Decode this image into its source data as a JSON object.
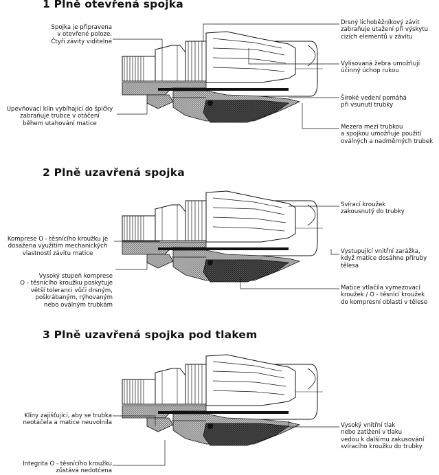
{
  "sections": [
    {
      "title": "1  Plně otevřená spojka",
      "left_labels": [
        [
          "Spojka je připravena",
          "v otevřené poloze.",
          "Čtyři závity viditelné"
        ],
        [
          "Upevňovací klín vybíhající  do špičky",
          "zabraňuje trubce v otáčení",
          "během utahování matice"
        ]
      ],
      "right_labels": [
        [
          "Drsný lichoběžníkový závit",
          "zabraňuje utažení při výskytu",
          "cizích elementů v závitu"
        ],
        [
          "Vylisovaná žebra umožňují",
          "účinný úchop rukou"
        ],
        [
          "Široké vedení pomáhá",
          "při vsunutí trubky"
        ],
        [
          "Mezera mezi trubkou",
          "a spojkou umožňuje použití",
          "oválných a nadměrných trubek"
        ]
      ]
    },
    {
      "title": "2  Plně uzavřená spojka",
      "left_labels": [
        [
          "Komprese O - těsnícího kroužku je",
          "dosažena využitím mechanických",
          "vlastností závitu matice"
        ],
        [
          "Vysoký stupeň komprese",
          "O - těsnícího kroužku poskytuje",
          "větší toleranci vůči drsným,",
          "poškrábaným, rýhovaným",
          "nebo oválným trubkám"
        ]
      ],
      "right_labels": [
        [
          "Svírací kroužek",
          "zakousnutý do trubky"
        ],
        [
          "Vystupující vnitřní zarážka,",
          "když matice dosáhne příruby",
          "tělesa"
        ],
        [
          "Matice vtlačila vymezovací",
          "kroužek / O - těsnící kroužek",
          "do kompresní oblasti v tělese"
        ]
      ]
    },
    {
      "title": "3  Plně uzavřená spojka pod tlakem",
      "left_labels": [
        [
          "Klíny zajišťující, aby se trubka",
          "neotáčela a matice neuvolnila"
        ],
        [
          "Integrita O - těsnícího kroužku",
          "zůstává nedotčena"
        ]
      ],
      "right_labels": [
        [
          "Vysoký vnitřní tlak",
          "nebo zatížení v tlaku",
          "vedou k dalšímu zakusování",
          "svíracího kroužku do trubky"
        ]
      ]
    }
  ],
  "colors": {
    "ink": "#111111",
    "hatch": "#9a9a9a",
    "dark": "#2a2a2a"
  }
}
